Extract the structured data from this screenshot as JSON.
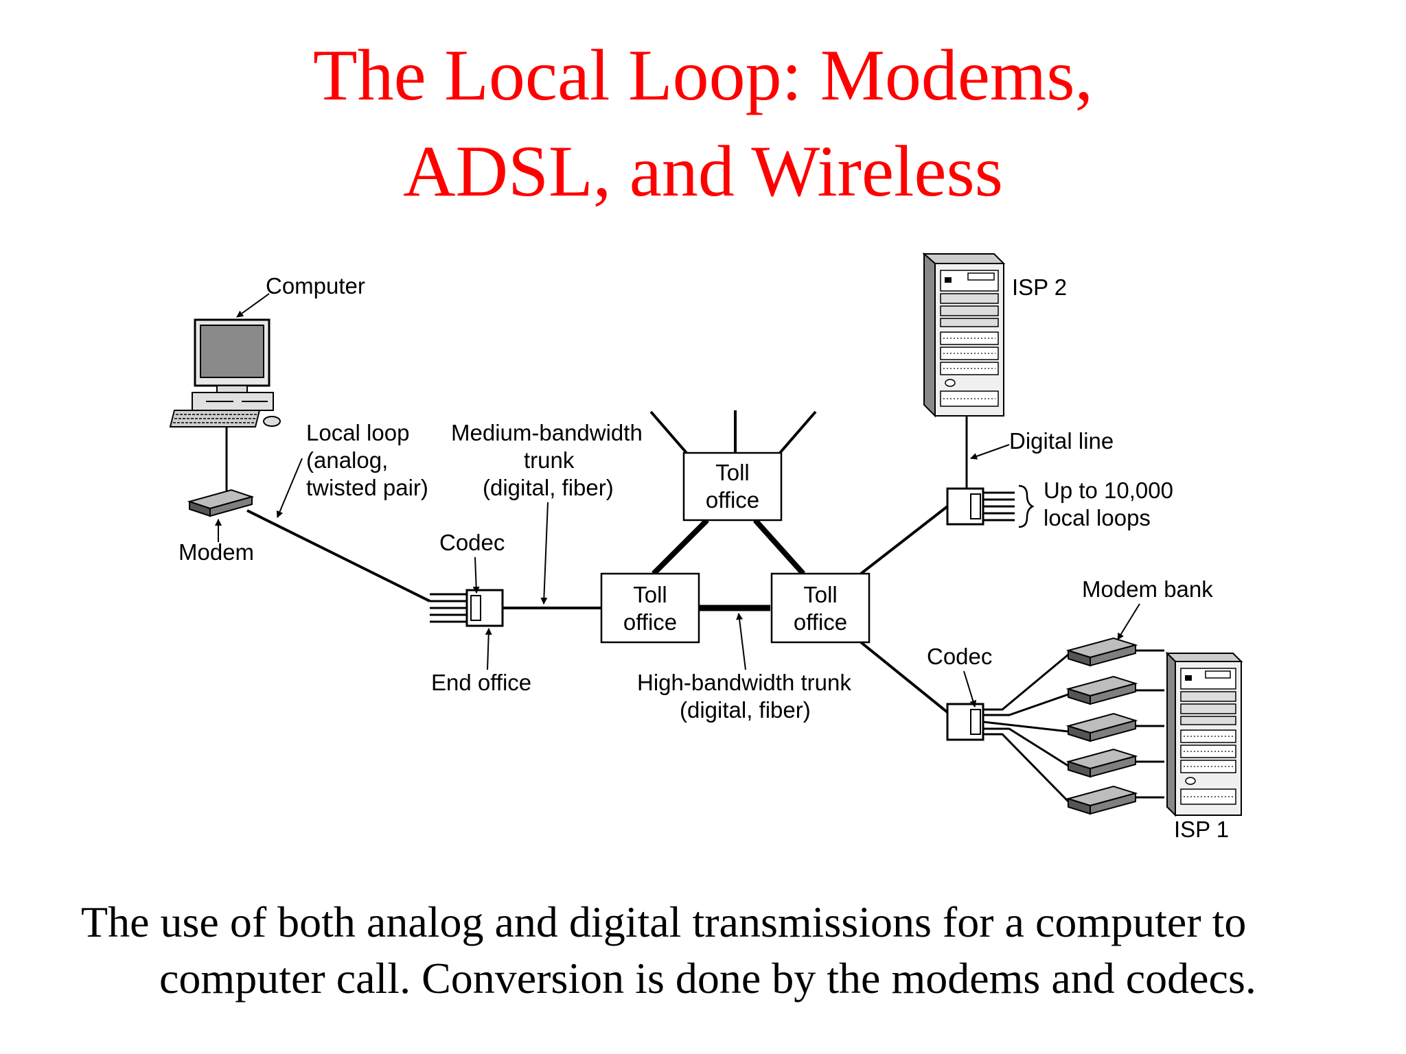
{
  "slide": {
    "title_line1": "The Local Loop: Modems,",
    "title_line2": "ADSL, and Wireless",
    "caption_line1": "The use of both analog and digital transmissions for a computer to",
    "caption_line2": "computer call.  Conversion is done by the modems and codecs."
  },
  "labels": {
    "computer": "Computer",
    "modem": "Modem",
    "local_loop_1": "Local loop",
    "local_loop_2": "(analog,",
    "local_loop_3": "twisted pair)",
    "medium_trunk_1": "Medium-bandwidth",
    "medium_trunk_2": "trunk",
    "medium_trunk_3": "(digital, fiber)",
    "codec_left": "Codec",
    "end_office": "End office",
    "toll_office_1": "Toll",
    "toll_office_2": "office",
    "high_trunk_1": "High-bandwidth trunk",
    "high_trunk_2": "(digital, fiber)",
    "isp2": "ISP 2",
    "digital_line": "Digital line",
    "up_to_1": "Up to 10,000",
    "up_to_2": "local loops",
    "modem_bank": "Modem bank",
    "codec_right": "Codec",
    "isp1": "ISP 1"
  },
  "colors": {
    "title": "#ff0000",
    "device_gray": "#7f7f7f",
    "line": "#000000"
  }
}
